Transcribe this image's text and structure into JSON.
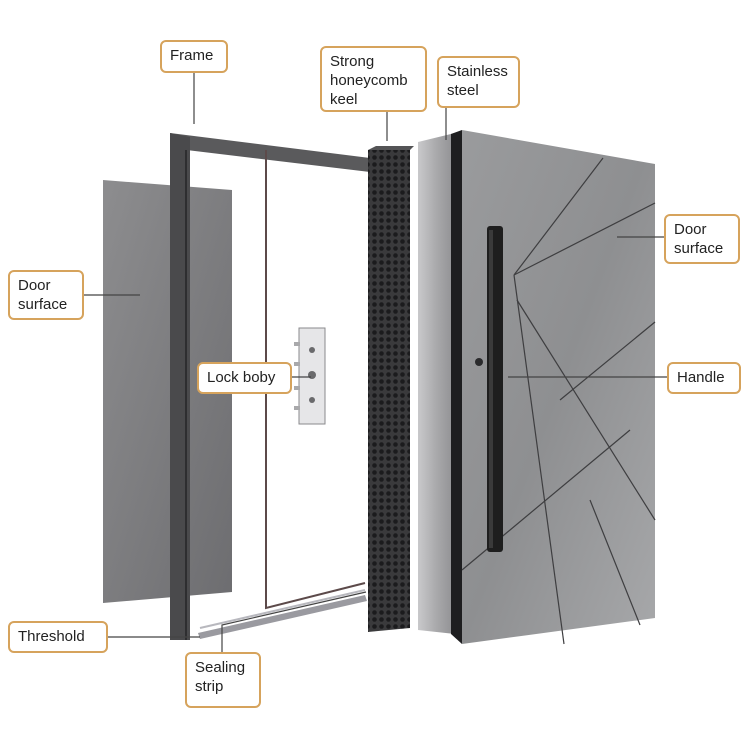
{
  "labels": {
    "frame": "Frame",
    "honeycomb": "Strong\nhoneycomb\nkeel",
    "steel": "Stainless\nsteel",
    "door_surface_left": "Door\nsurface",
    "door_surface_right": "Door\nsurface",
    "lock": "Lock boby",
    "handle": "Handle",
    "threshold": "Threshold",
    "sealing": "Sealing\nstrip"
  },
  "colors": {
    "label_border": "#d6a35c",
    "door_gray": "#8e8f91",
    "frame_dark": "#4a4a4c",
    "handle_black": "#1e1e1e"
  }
}
